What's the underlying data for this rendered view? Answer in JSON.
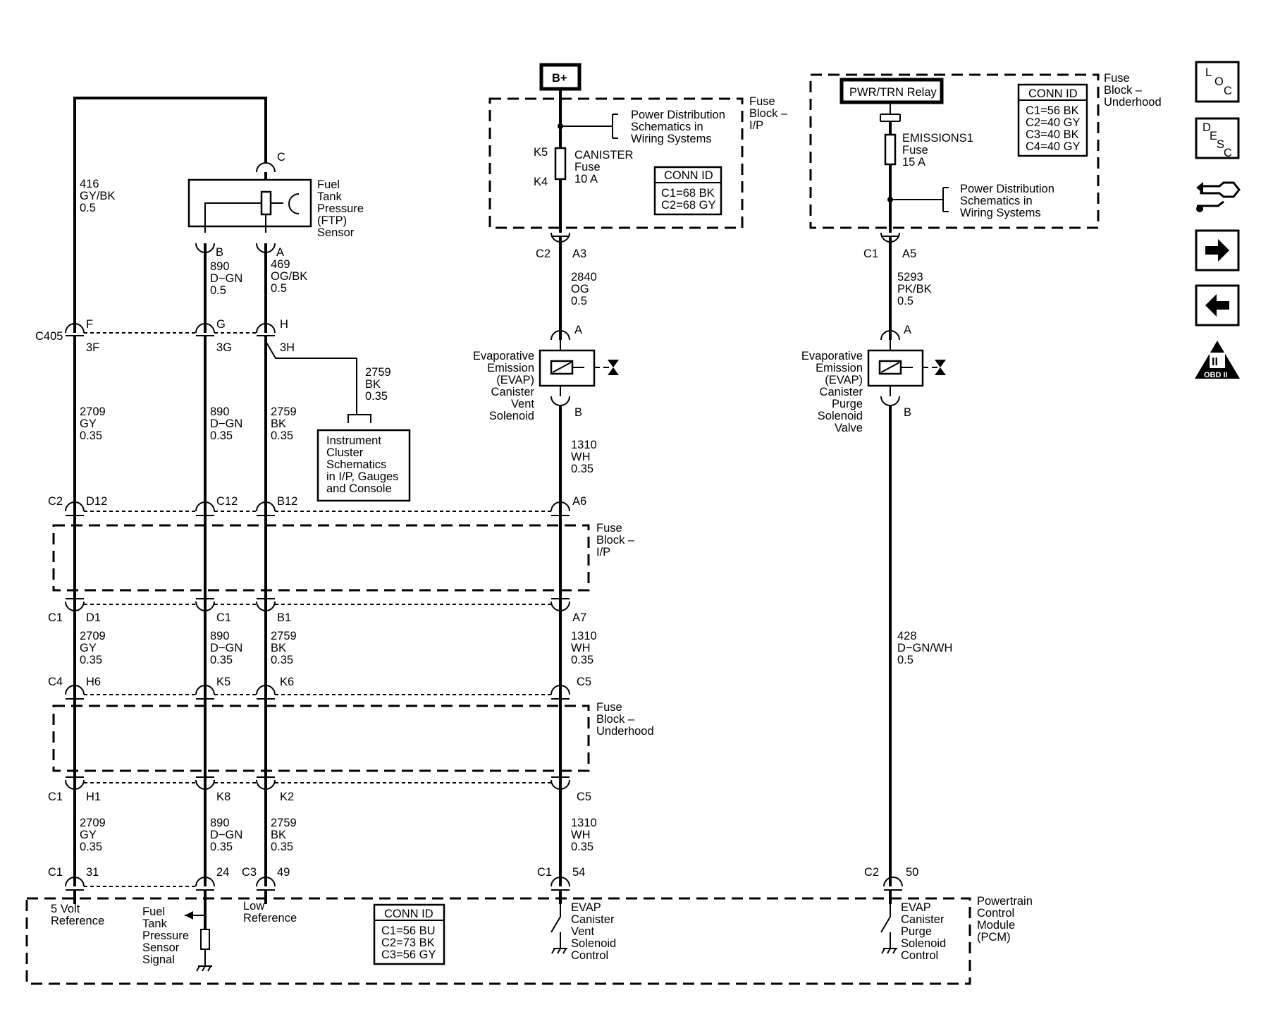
{
  "b_plus": "B+",
  "pwr_trn_relay": "PWR/TRN Relay",
  "ftp_sensor": [
    "Fuel",
    "Tank",
    "Pressure",
    "(FTP)",
    "Sensor"
  ],
  "conn_c": "C",
  "ftp_pins": {
    "b": "B",
    "a": "A"
  },
  "wire_416": [
    "416",
    "GY/BK",
    "0.5"
  ],
  "wire_890_05": [
    "890",
    "D−GN",
    "0.5"
  ],
  "wire_469": [
    "469",
    "OG/BK",
    "0.5"
  ],
  "c405": {
    "id": "C405",
    "top": [
      "F",
      "G",
      "H"
    ],
    "bottom": [
      "3F",
      "3G",
      "3H"
    ]
  },
  "wire_2759_bk": [
    "2759",
    "BK",
    "0.35"
  ],
  "instrument_cluster": [
    "Instrument",
    "Cluster",
    "Schematics",
    "in I/P, Gauges",
    "and Console"
  ],
  "run1": {
    "wire_a": [
      "2709",
      "GY",
      "0.35"
    ],
    "wire_b": [
      "890",
      "D−GN",
      "0.35"
    ],
    "wire_c": [
      "2759",
      "BK",
      "0.35"
    ],
    "wire_d": [
      "1310",
      "WH",
      "0.35"
    ]
  },
  "c2_row": {
    "conn": "C2",
    "pins": [
      "D12",
      "C12",
      "B12",
      "A6"
    ]
  },
  "fuse_ip": [
    "Fuse",
    "Block –",
    "I/P"
  ],
  "c1_row": {
    "conn_a": "C1",
    "conn_b": "C1",
    "pins": [
      "D1",
      "B1",
      "A7"
    ]
  },
  "run2": {
    "wire_a": [
      "2709",
      "GY",
      "0.35"
    ],
    "wire_b": [
      "890",
      "D−GN",
      "0.35"
    ],
    "wire_c": [
      "2759",
      "BK",
      "0.35"
    ],
    "wire_d": [
      "1310",
      "WH",
      "0.35"
    ]
  },
  "c4_row": {
    "conn": "C4",
    "pins": [
      "H6",
      "K5",
      "K6",
      "C5"
    ]
  },
  "fuse_uh": [
    "Fuse",
    "Block –",
    "Underhood"
  ],
  "c1b_row": {
    "conn": "C1",
    "pins": [
      "H1",
      "K8",
      "K2",
      "C5"
    ]
  },
  "run3": {
    "wire_a": [
      "2709",
      "GY",
      "0.35"
    ],
    "wire_b": [
      "890",
      "D−GN",
      "0.35"
    ],
    "wire_c": [
      "2759",
      "BK",
      "0.35"
    ],
    "wire_d": [
      "1310",
      "WH",
      "0.35"
    ]
  },
  "pcm_row": {
    "c1a": "C1",
    "p31": "31",
    "p24": "24",
    "c3": "C3",
    "p49": "49",
    "c1b": "C1",
    "p54": "54",
    "c2": "C2",
    "p50": "50"
  },
  "pcm_texts": {
    "five_volt": [
      "5 Volt",
      "Reference"
    ],
    "ftp_signal": [
      "Fuel",
      "Tank",
      "Pressure",
      "Sensor",
      "Signal"
    ],
    "low_ref": [
      "Low",
      "Reference"
    ],
    "vent_ctrl": [
      "EVAP",
      "Canister",
      "Vent",
      "Solenoid",
      "Control"
    ],
    "purge_ctrl": [
      "EVAP",
      "Canister",
      "Purge",
      "Solenoid",
      "Control"
    ],
    "pcm": [
      "Powertrain",
      "Control",
      "Module",
      "(PCM)"
    ]
  },
  "pcm_conn": {
    "title": "CONN ID",
    "lines": [
      "C1=56 BU",
      "C2=73 BK",
      "C3=56 GY"
    ]
  },
  "fuse_ip_top": {
    "label": [
      "Fuse",
      "Block –",
      "I/P"
    ],
    "power_dist": [
      "Power Distribution",
      "Schematics in",
      "Wiring Systems"
    ],
    "k5": "K5",
    "k4": "K4",
    "fuse": [
      "CANISTER",
      "Fuse",
      "10 A"
    ],
    "conn_title": "CONN ID",
    "conn_lines": [
      "C1=68 BK",
      "C2=68 GY"
    ]
  },
  "vent_branch": {
    "c2": "C2",
    "a3": "A3",
    "wire": [
      "2840",
      "OG",
      "0.5"
    ],
    "pin_a": "A",
    "pin_b": "B",
    "solenoid": [
      "Evaporative",
      "Emission",
      "(EVAP)",
      "Canister",
      "Vent",
      "Solenoid"
    ]
  },
  "fuse_uh_top": {
    "label": [
      "Fuse",
      "Block –",
      "Underhood"
    ],
    "fuse": [
      "EMISSIONS1",
      "Fuse",
      "15 A"
    ],
    "power_dist": [
      "Power Distribution",
      "Schematics in",
      "Wiring Systems"
    ],
    "conn_title": "CONN ID",
    "conn_lines": [
      "C1=56 BK",
      "C2=40 GY",
      "C3=40 BK",
      "C4=40 GY"
    ]
  },
  "purge_branch": {
    "c1": "C1",
    "a5": "A5",
    "wire": [
      "5293",
      "PK/BK",
      "0.5"
    ],
    "pin_a": "A",
    "pin_b": "B",
    "valve": [
      "Evaporative",
      "Emission",
      "(EVAP)",
      "Canister",
      "Purge",
      "Solenoid",
      "Valve"
    ],
    "wire_428": [
      "428",
      "D−GN/WH",
      "0.5"
    ]
  },
  "nav": {
    "loc": [
      "L",
      "O",
      "C"
    ],
    "desc": [
      "D",
      "E",
      "S",
      "C"
    ],
    "obd": "OBD II",
    "obd_roman": "II"
  },
  "icons": {
    "loc": "loc-icon",
    "desc": "desc-icon",
    "connector": "connector-icon",
    "next": "arrow-right-icon",
    "prev": "arrow-left-icon",
    "obd": "obd-ii-icon"
  }
}
